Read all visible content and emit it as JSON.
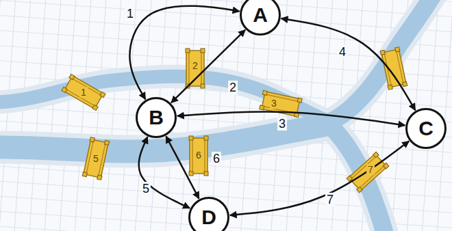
{
  "diagram": {
    "nodes": [
      {
        "text": [
          "A"
        ]
      },
      {
        "text": [
          "B"
        ]
      },
      {
        "text": [
          "C"
        ]
      },
      {
        "text": [
          "D"
        ]
      }
    ],
    "edges": [
      {
        "from": 0,
        "to": 1,
        "arrow": "both",
        "label": "1"
      },
      {
        "from": 1,
        "to": 0,
        "arrow": "both",
        "label": "2"
      },
      {
        "from": 1,
        "to": 2,
        "arrow": "both",
        "label": "3"
      },
      {
        "from": 0,
        "to": 2,
        "arrow": "both",
        "label": "4"
      },
      {
        "from": 1,
        "to": 3,
        "arrow": "both",
        "label": "5"
      },
      {
        "from": 1,
        "to": 3,
        "arrow": "both",
        "label": "6"
      },
      {
        "from": 3,
        "to": 2,
        "arrow": "both",
        "label": "7"
      }
    ],
    "labels": [
      "1",
      "2",
      "3",
      "5",
      "6",
      "7"
    ]
  }
}
